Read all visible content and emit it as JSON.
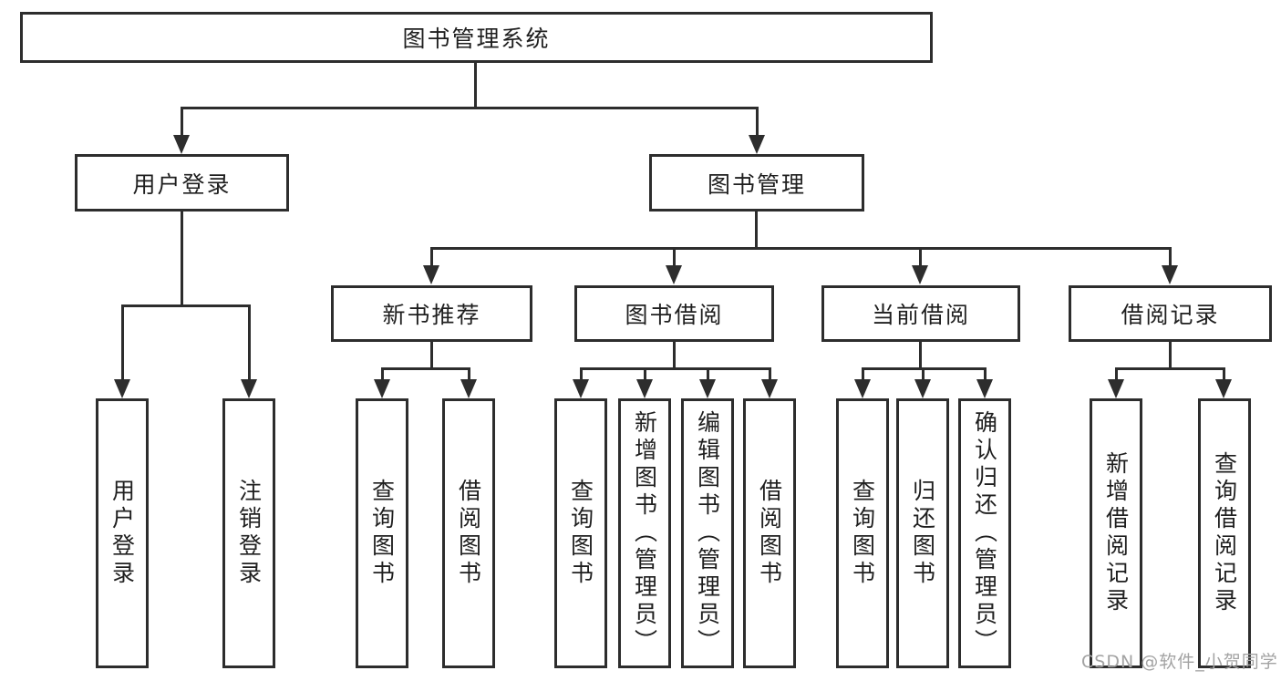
{
  "diagram": {
    "type": "hierarchy-tree",
    "title": "图书管理系统"
  },
  "nodes": {
    "root": {
      "label": "图书管理系统"
    },
    "user_login": {
      "label": "用户登录",
      "children": {
        "login": {
          "label": "用户登录"
        },
        "logout": {
          "label": "注销登录"
        }
      }
    },
    "book_management": {
      "label": "图书管理",
      "children": {
        "new_book_recommend": {
          "label": "新书推荐",
          "children": {
            "query_books": {
              "label": "查询图书"
            },
            "borrow_books": {
              "label": "借阅图书"
            }
          }
        },
        "book_borrowing": {
          "label": "图书借阅",
          "children": {
            "query_books": {
              "label": "查询图书"
            },
            "add_books_admin": {
              "label": "新增图书（管理员）"
            },
            "edit_books_admin": {
              "label": "编辑图书（管理员）"
            },
            "borrow_books": {
              "label": "借阅图书"
            }
          }
        },
        "current_borrowing": {
          "label": "当前借阅",
          "children": {
            "query_books": {
              "label": "查询图书"
            },
            "return_books": {
              "label": "归还图书"
            },
            "confirm_return_admin": {
              "label": "确认归还（管理员）"
            }
          }
        },
        "borrowing_records": {
          "label": "借阅记录",
          "children": {
            "add_borrow_record": {
              "label": "新增借阅记录"
            },
            "query_borrow_record": {
              "label": "查询借阅记录"
            }
          }
        }
      }
    }
  },
  "watermark": {
    "text": "CSDN @软件_小贺同学"
  },
  "colors": {
    "line": "#2d2d2d",
    "box_border": "#2d2d2d",
    "text": "#1f1f1f",
    "background": "#ffffff",
    "watermark": "#a3a3a3"
  }
}
